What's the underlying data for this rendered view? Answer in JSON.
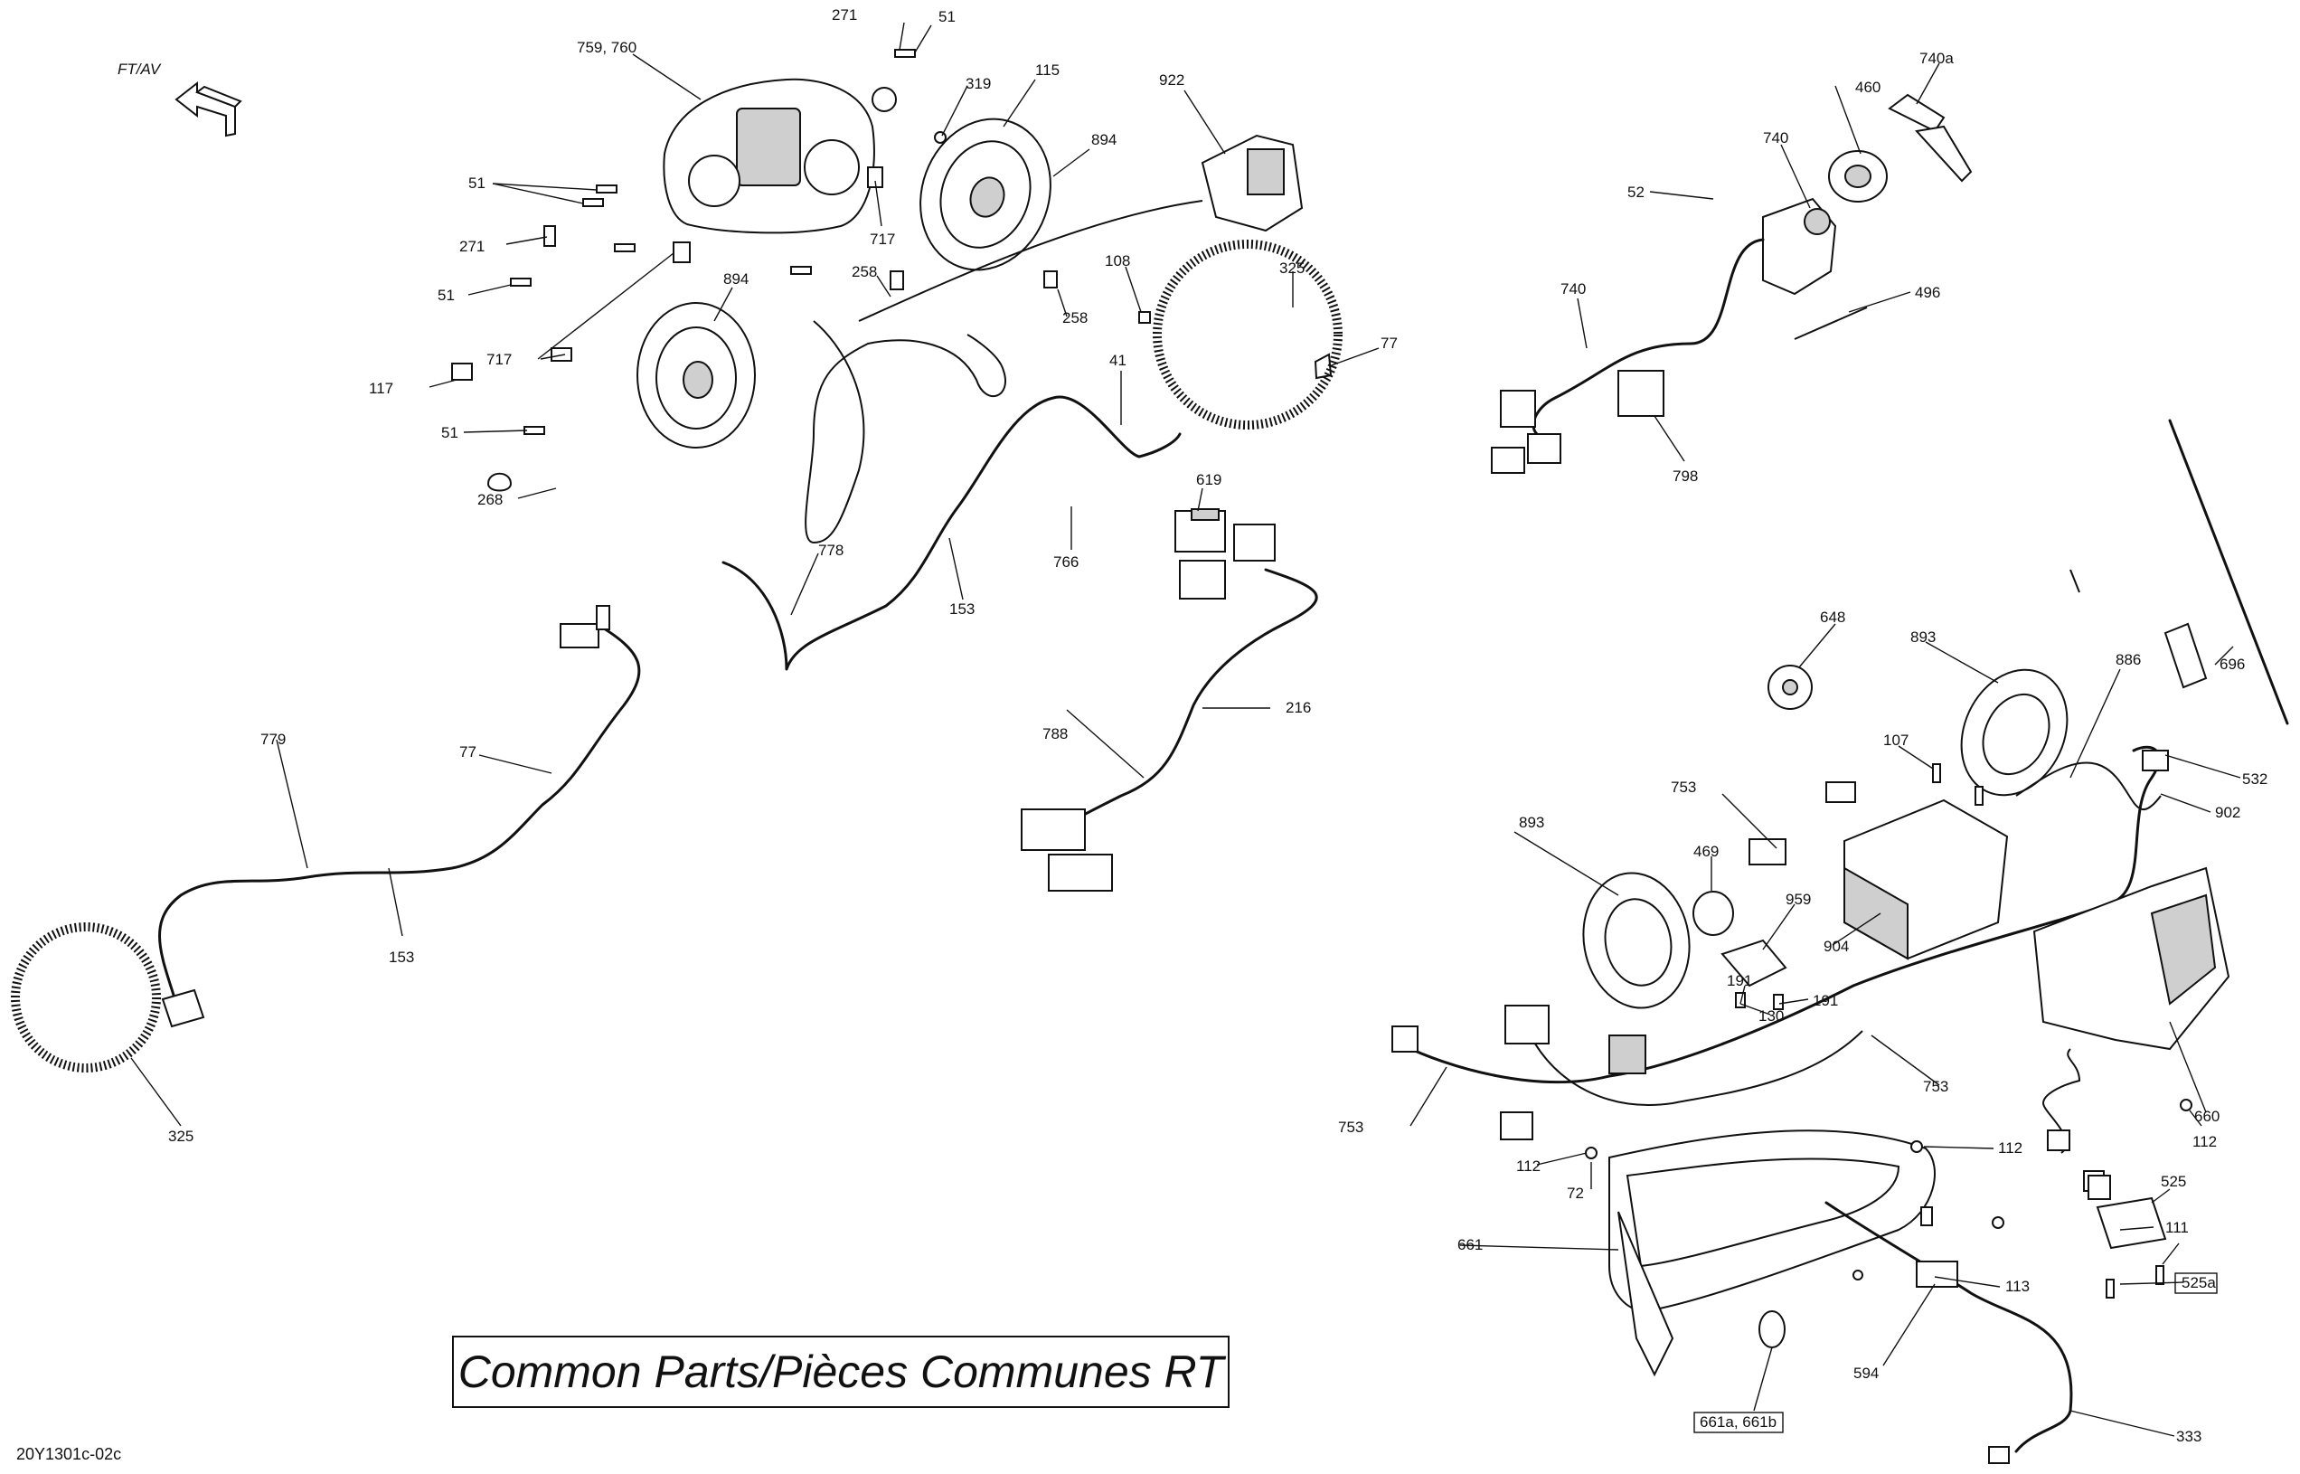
{
  "direction_label": "FT/AV",
  "title": "Common Parts/Pièces Communes RT",
  "drawing_code": "20Y1301c-02c",
  "callouts": [
    "271",
    "51",
    "759, 760",
    "319",
    "115",
    "922",
    "894",
    "51",
    "271",
    "717",
    "51",
    "258",
    "894",
    "258",
    "108",
    "325",
    "717",
    "41",
    "77",
    "117",
    "51",
    "268",
    "619",
    "766",
    "778",
    "153",
    "788",
    "216",
    "779",
    "77",
    "153",
    "325",
    "460",
    "740a",
    "740",
    "52",
    "496",
    "740",
    "798",
    "648",
    "893",
    "886",
    "696",
    "107",
    "532",
    "753",
    "902",
    "893",
    "469",
    "959",
    "904",
    "191",
    "191",
    "130",
    "660",
    "753",
    "753",
    "112",
    "112",
    "72",
    "112",
    "525",
    "111",
    "525a",
    "661",
    "113",
    "594",
    "661a, 661b",
    "333"
  ],
  "boxed_callouts": [
    "525a",
    "661a, 661b"
  ]
}
